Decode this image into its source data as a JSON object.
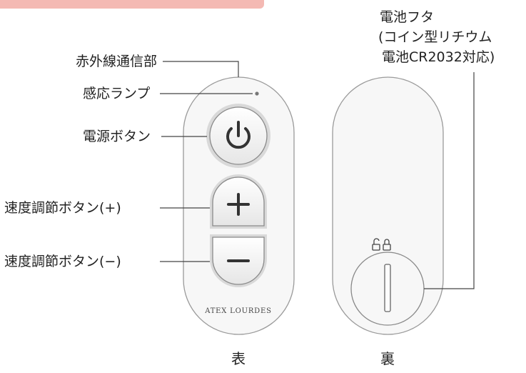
{
  "labels": {
    "ir": "赤外線通信部",
    "sensor": "感応ランプ",
    "power": "電源ボタン",
    "speed_up": "速度調節ボタン(+)",
    "speed_down": "速度調節ボタン(−)"
  },
  "battery_cover": {
    "line1": "電池フタ",
    "line2": "(コイン型リチウム",
    "line3": "電池CR2032対応)"
  },
  "brand": "ATEX LOURDES",
  "captions": {
    "front": "表",
    "back": "裏"
  },
  "icons": [
    "power-icon",
    "plus-icon",
    "minus-icon",
    "lock-open-icon",
    "lock-closed-icon"
  ],
  "colors": {
    "accent_tab": "#f4b9b3",
    "remote_body": "#f7f7f7",
    "outline": "#9a9a9a"
  }
}
